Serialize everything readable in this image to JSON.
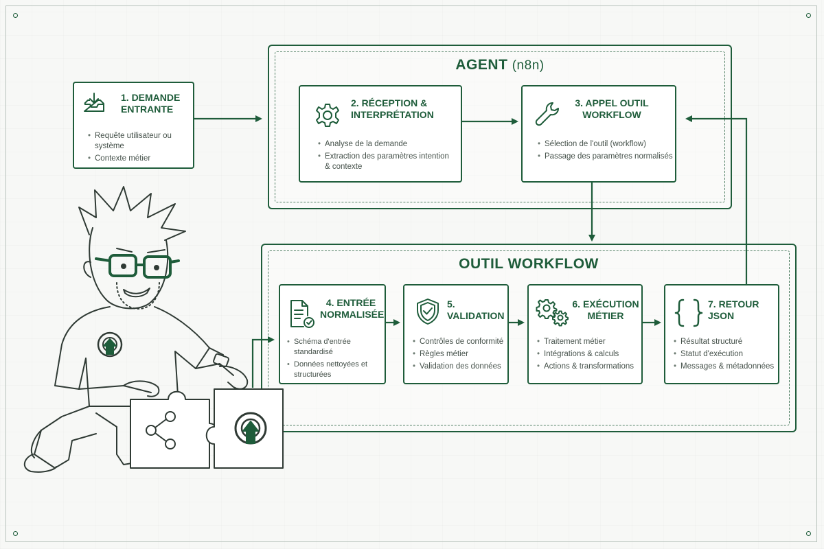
{
  "agent_group": {
    "title": "AGENT",
    "subtitle": "(n8n)"
  },
  "workflow_group": {
    "title": "OUTIL WORKFLOW"
  },
  "steps": [
    {
      "title": "1. DEMANDE ENTRANTE",
      "icon": "inbox-icon",
      "bullets": [
        "Requête utilisateur ou système",
        "Contexte métier"
      ]
    },
    {
      "title": "2. RÉCEPTION & INTERPRÉTATION",
      "icon": "gear-icon",
      "bullets": [
        "Analyse de la demande",
        "Extraction des paramètres intention & contexte"
      ]
    },
    {
      "title": "3. APPEL OUTIL WORKFLOW",
      "icon": "wrench-icon",
      "bullets": [
        "Sélection de l'outil (workflow)",
        "Passage des paramètres normalisés"
      ]
    },
    {
      "title": "4. ENTRÉE NORMALISÉE",
      "icon": "document-check-icon",
      "bullets": [
        "Schéma d'entrée standardisé",
        "Données nettoyées et structurées"
      ]
    },
    {
      "title": "5. VALIDATION",
      "icon": "shield-check-icon",
      "bullets": [
        "Contrôles de conformité",
        "Règles métier",
        "Validation des données"
      ]
    },
    {
      "title": "6. EXÉCUTION MÉTIER",
      "icon": "gears-icon",
      "bullets": [
        "Traitement métier",
        "Intégrations & calculs",
        "Actions & transformations"
      ]
    },
    {
      "title": "7. RETOUR JSON",
      "icon": "braces-icon",
      "bullets": [
        "Résultat structuré",
        "Statut d'exécution",
        "Messages & métadonnées"
      ]
    }
  ],
  "colors": {
    "accent": "#1e5c3a",
    "text": "#2f3a34",
    "background": "#f7f8f6"
  }
}
